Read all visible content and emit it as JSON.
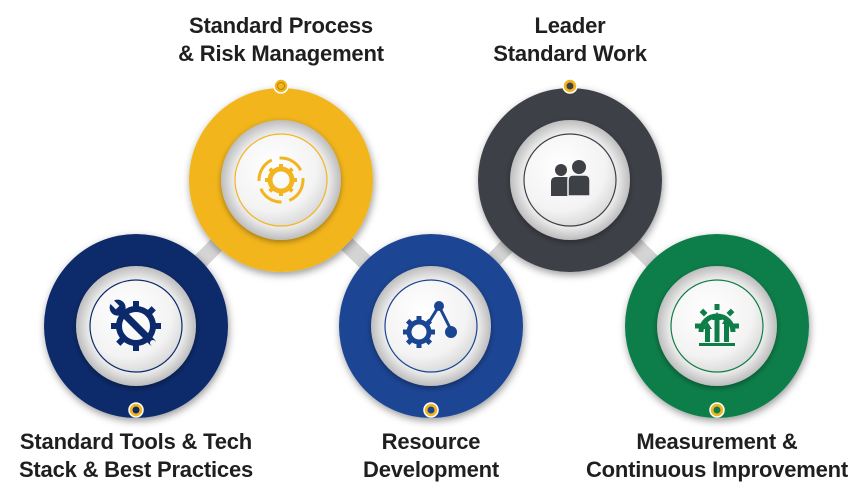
{
  "stages": [
    {
      "id": "standard-tools",
      "title_line1": "Standard Tools & Tech",
      "title_line2": "Stack & Best Practices",
      "color": "#0c2a6b",
      "icon": "wrench-gear-icon"
    },
    {
      "id": "standard-process",
      "title_line1": "Standard Process",
      "title_line2": "& Risk Management",
      "color": "#f2b51f",
      "icon": "gear-cycle-icon"
    },
    {
      "id": "resource-development",
      "title_line1": "Resource",
      "title_line2": "Development",
      "color": "#1a4593",
      "icon": "gear-network-icon"
    },
    {
      "id": "leader-standard-work",
      "title_line1": "Leader",
      "title_line2": "Standard Work",
      "color": "#3d4146",
      "icon": "people-icon"
    },
    {
      "id": "measurement",
      "title_line1": "Measurement &",
      "title_line2": "Continuous Improvement",
      "color": "#0e7e48",
      "icon": "gear-growth-chart-icon"
    }
  ]
}
